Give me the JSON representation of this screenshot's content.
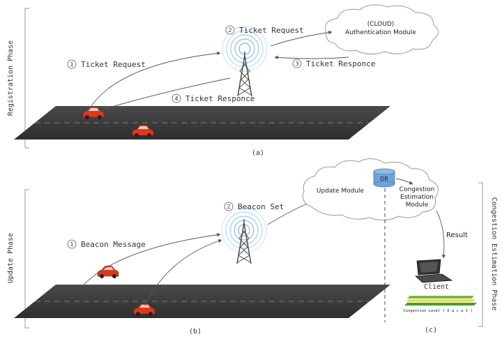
{
  "panel_a": {
    "phase_label": "Registration Phase",
    "caption": "(a)",
    "cloud_title": "(CLOUD)",
    "cloud_subtitle": "Authentication Module",
    "steps": [
      {
        "num": "1",
        "text": "Ticket Request"
      },
      {
        "num": "2",
        "text": "Ticket Request"
      },
      {
        "num": "3",
        "text": "Ticket Responce"
      },
      {
        "num": "4",
        "text": "Ticket Responce"
      }
    ]
  },
  "panel_b": {
    "phase_label": "Update Phase",
    "caption": "(b)",
    "steps": [
      {
        "num": "1",
        "text": "Beacon Message"
      },
      {
        "num": "2",
        "text": "Beacon Set"
      }
    ]
  },
  "panel_c": {
    "phase_label": "Congestion Estimation Phase",
    "caption": "(c)",
    "db_label": "DB",
    "update_module": "Update Module",
    "congestion_module_line1": "Congestion",
    "congestion_module_line2": "Estimation",
    "congestion_module_line3": "Module",
    "result_label": "Result",
    "client_label": "Client",
    "congestion_level": "Congestion Level ( 0 ≤ c ≤ 1 )"
  },
  "colors": {
    "road": "#3a3a3a",
    "car": "#d93a1e",
    "arrow": "#555555",
    "tower": "#444444",
    "db": "#6fa3d8"
  }
}
